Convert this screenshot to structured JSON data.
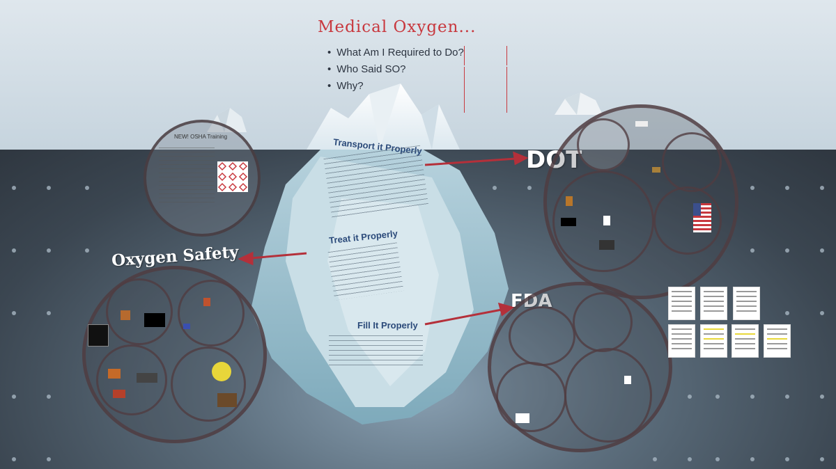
{
  "presentation": {
    "title": "Medical Oxygen...",
    "questions": [
      "What Am I Required to Do?",
      "Who Said SO?",
      "Why?"
    ]
  },
  "iceberg": {
    "sections": [
      {
        "heading": "Transport it Properly",
        "target": "DOT"
      },
      {
        "heading": "Treat it Properly",
        "target": "Oxygen Safety"
      },
      {
        "heading": "Fill It Properly",
        "target": "FDA"
      }
    ]
  },
  "topics": {
    "osha": "NEW! OSHA Training",
    "oxygen_safety": "Oxygen Safety",
    "dot": "DOT",
    "fda": "FDA"
  },
  "colors": {
    "title_red": "#c8383e",
    "arrow_red": "#b4303a",
    "heading_blue": "#2b4a7a",
    "sky": "#d2dde5",
    "sea": "#4a5865"
  },
  "icons": [
    "arrow-icon",
    "cloud-icon",
    "flag-icon",
    "hazard-icon"
  ]
}
